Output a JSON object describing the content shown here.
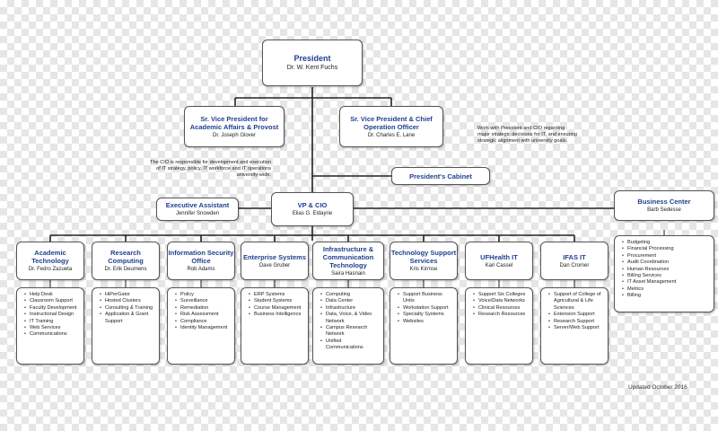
{
  "president": {
    "title": "President",
    "name": "Dr. W. Kent Fuchs"
  },
  "svp_academic": {
    "title": "Sr. Vice President for Academic Affairs & Provost",
    "name": "Dr. Joseph Glover"
  },
  "svp_operations": {
    "title": "Sr. Vice President & Chief Operation Officer",
    "name": "Dr. Charles E. Lane"
  },
  "cabinet": {
    "title": "President's Cabinet"
  },
  "cabinet_note": "Work with President and CIO regarding major strategic decisions for IT, and ensuring strategic alignment with university goals.",
  "cio_note": "The CIO is responsible for development and execution of IT strategy, policy, IT workforce and IT operations university-wide.",
  "exec_assistant": {
    "title": "Executive Assistant",
    "name": "Jennifer Snowden"
  },
  "cio": {
    "title": "VP & CIO",
    "name": "Elias G. Eldayrie"
  },
  "business_center": {
    "title": "Business Center",
    "name": "Barb Sedesse",
    "items": [
      "Budgeting",
      "Financial Processing",
      "Procurement",
      "Audit Coordination",
      "Human Resources",
      "Billing Services",
      "IT Asset Management",
      "Metrics",
      "Billing"
    ]
  },
  "departments": [
    {
      "title": "Academic Technology",
      "name": "Dr. Fedro Zazueta",
      "items": [
        "Help Desk",
        "Classroom Support",
        "Faculty Development",
        "Instructional Design",
        "IT Training",
        "Web Services",
        "Communications"
      ]
    },
    {
      "title": "Research Computing",
      "name": "Dr. Erik Deumens",
      "items": [
        "HiPerGator",
        "Hosted Clusters",
        "Consulting & Training",
        "Application & Grant Support"
      ]
    },
    {
      "title": "Information Security Office",
      "name": "Rob Adams",
      "items": [
        "Policy",
        "Surveillance",
        "Remediation",
        "Risk Assessment",
        "Compliance",
        "Identity Management"
      ]
    },
    {
      "title": "Enterprise Systems",
      "name": "Dave Gruber",
      "items": [
        "ERP Systems",
        "Student Systems",
        "Course Management",
        "Business Intelligence"
      ]
    },
    {
      "title": "Infrastructure & Communication Technology",
      "name": "Saira Hasnain",
      "items": [
        "Computing",
        "Data Center",
        "Infrastructure",
        "Data, Voice, & Video Network",
        "Campus Research Network",
        "Unified Communications"
      ]
    },
    {
      "title": "Technology Support Services",
      "name": "Kris Kirmse",
      "items": [
        "Support Business Units",
        "Workstation Support",
        "Specialty Systems",
        "Websites"
      ]
    },
    {
      "title": "UFHealth IT",
      "name": "Kari Cassel",
      "items": [
        "Support Six Colleges",
        "Voice/Data Networks",
        "Clinical Resources",
        "Research Resources"
      ]
    },
    {
      "title": "IFAS IT",
      "name": "Dan Cromer",
      "items": [
        "Support of College of Agricultural & Life Sciences",
        "Extension Support",
        "Research Support",
        "Server/Web Support"
      ]
    }
  ],
  "updated": "Updated October 2016"
}
